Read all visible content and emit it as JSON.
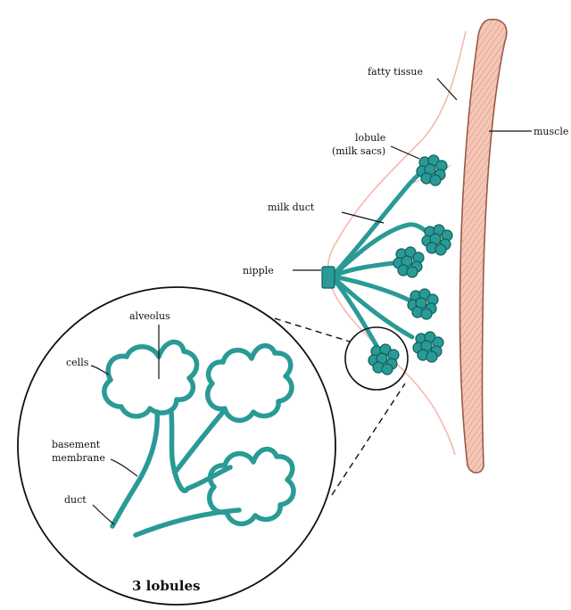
{
  "labels": {
    "fatty_tissue": "fatty tissue",
    "muscle": "muscle",
    "lobule_line1": "lobule",
    "lobule_line2": "(milk sacs)",
    "milk_duct": "milk duct",
    "nipple": "nipple",
    "alveolus": "alveolus",
    "cells": "cells",
    "basement_line1": "basement",
    "basement_line2": "membrane",
    "duct": "duct",
    "caption": "3 lobules"
  },
  "colors": {
    "tissue_outline": "#f5b8b0",
    "muscle_fill": "#f4c7b6",
    "muscle_stroke": "#9a5a4a",
    "lobule_teal": "#2a9a96",
    "lobule_dark": "#0f5f5b"
  }
}
